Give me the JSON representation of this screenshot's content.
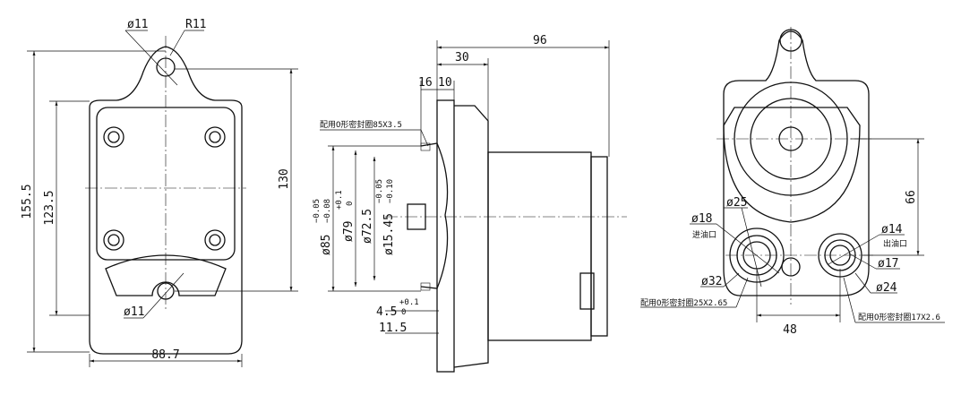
{
  "left_view": {
    "d_top": "ø11",
    "r_top": "R11",
    "h_total": "155.5",
    "h_inner": "123.5",
    "h_right": "130",
    "width": "88.7",
    "d_bottom": "ø11"
  },
  "middle_view": {
    "len_total": "96",
    "len_30": "30",
    "len_16": "16",
    "len_10": "10",
    "seal_note": "配用O形密封圈85X3.5",
    "d85": "ø85",
    "d85_tol_up": "−0.05",
    "d85_tol_lo": "−0.08",
    "d79": "ø79",
    "d79_tol_up": "+0.1",
    "d79_tol_lo": "0",
    "d72": "ø72.5",
    "d15": "ø15.45",
    "d15_tol_up": "−0.05",
    "d15_tol_lo": "−0.10",
    "len_45": "4.5",
    "len_45_tol_up": "+0.1",
    "len_45_tol_lo": "0",
    "len_115": "11.5"
  },
  "right_view": {
    "d25": "ø25",
    "d18": "ø18",
    "inlet": "进油口",
    "d32": "ø32",
    "seal_in": "配用O形密封圈25X2.65",
    "d14": "ø14",
    "outlet": "出油口",
    "d17": "ø17",
    "d24": "ø24",
    "seal_out": "配用O形密封圈17X2.6",
    "dist_66": "66",
    "dist_48": "48"
  }
}
